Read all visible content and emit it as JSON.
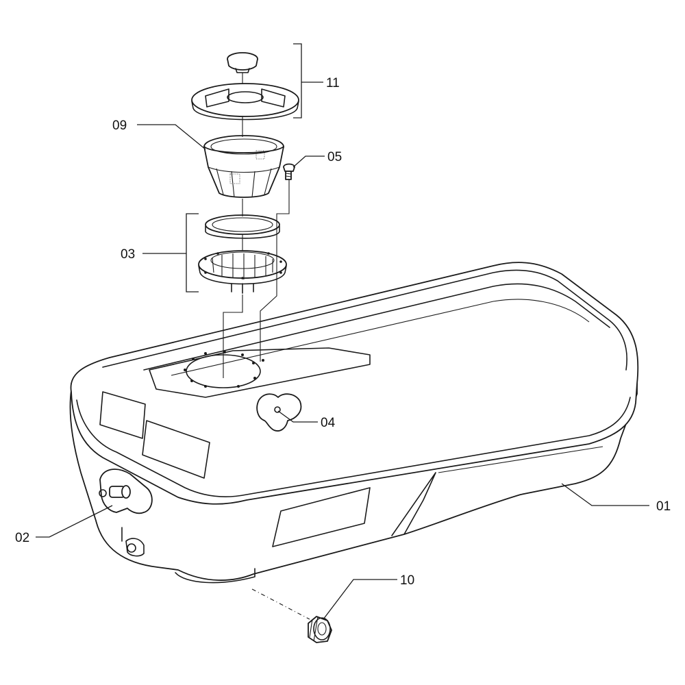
{
  "callouts": {
    "c01": "01",
    "c02": "02",
    "c03": "03",
    "c04": "04",
    "c05": "05",
    "c09": "09",
    "c10": "10",
    "c11": "11"
  },
  "colors": {
    "line": "#1a1a1a",
    "background": "#ffffff"
  }
}
